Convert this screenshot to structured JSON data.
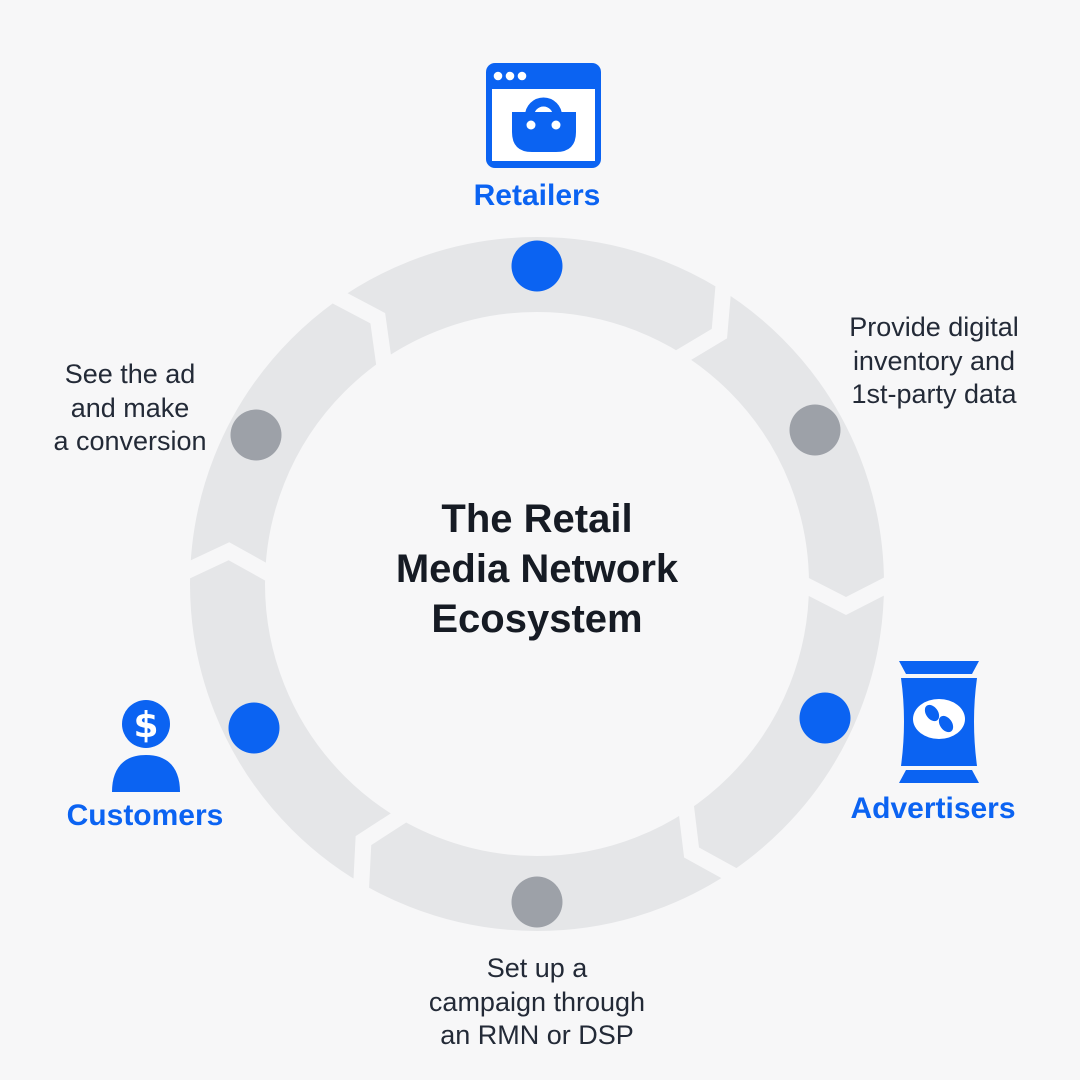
{
  "diagram": {
    "title": "The Retail\nMedia Network\nEcosystem",
    "flow_direction": "clockwise",
    "nodes": [
      {
        "id": "retailers",
        "label": "Retailers",
        "icon": "browser-shopping-bag-icon"
      },
      {
        "id": "advertisers",
        "label": "Advertisers",
        "icon": "product-bag-icon"
      },
      {
        "id": "customers",
        "label": "Customers",
        "icon": "person-dollar-icon",
        "icon_symbol": "$"
      }
    ],
    "steps": [
      {
        "from": "retailers",
        "position": "upper-right",
        "text": "Provide digital\ninventory and\n1st-party data"
      },
      {
        "from": "advertisers",
        "position": "bottom",
        "text": "Set up a\ncampaign through\nan RMN or DSP"
      },
      {
        "from": "customers",
        "position": "upper-left",
        "text": "See the ad\nand make\na conversion"
      }
    ],
    "colors": {
      "accent": "#0b63f2",
      "gray_dot": "#9da1a8",
      "ring": "#e5e6e8",
      "background": "#f7f7f8",
      "title_text": "#161b24",
      "step_text": "#232a37"
    }
  }
}
